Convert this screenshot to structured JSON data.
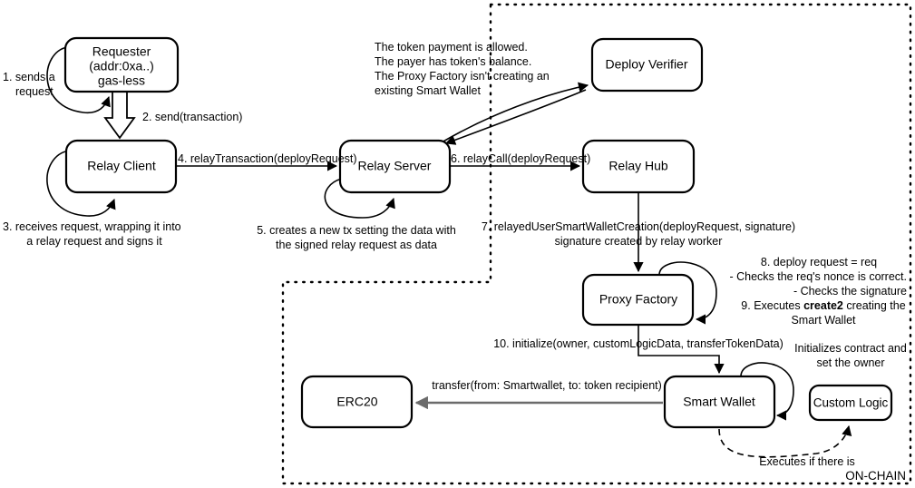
{
  "diagram": {
    "title_label": "ON-CHAIN",
    "boundary_name": "on-chain-boundary",
    "nodes": {
      "requester": {
        "line1": "Requester",
        "line2": "(addr:0xa..)",
        "line3": "gas-less"
      },
      "relay_client": {
        "label": "Relay Client"
      },
      "relay_server": {
        "label": "Relay Server"
      },
      "deploy_verifier": {
        "label": "Deploy Verifier"
      },
      "relay_hub": {
        "label": "Relay Hub"
      },
      "proxy_factory": {
        "label": "Proxy Factory"
      },
      "erc20": {
        "label": "ERC20"
      },
      "smart_wallet": {
        "label": "Smart Wallet"
      },
      "custom_logic": {
        "label": "Custom Logic"
      }
    },
    "edges": {
      "step1": {
        "line1": "1. sends a",
        "line2": "request"
      },
      "step2": {
        "label": "2. send(transaction)"
      },
      "step3": {
        "line1": "3. receives request, wrapping it into",
        "line2": "a relay request and signs it"
      },
      "step4": {
        "label": "4. relayTransaction(deployRequest)"
      },
      "step5": {
        "line1": "5. creates a new tx setting the data with",
        "line2": "the signed relay request as data"
      },
      "verifier_note": {
        "line1": "The token payment is allowed.",
        "line2": "The payer has token's balance.",
        "line3": "The Proxy Factory isn't creating an",
        "line4": "existing Smart Wallet"
      },
      "step6": {
        "label": "6. relayCall(deployRequest)"
      },
      "step7": {
        "line1": "7. relayedUserSmartWalletCreation(deployRequest, signature)",
        "line2": "signature created by relay worker"
      },
      "step8": {
        "line1": "8. deploy request = req",
        "line2": "- Checks the req's nonce is correct.",
        "line3": "- Checks the signature",
        "line4_pre": "9. Executes ",
        "line4_bold": "create2",
        "line4_post": " creating the",
        "line5": "Smart Wallet"
      },
      "step10": {
        "label": "10. initialize(owner, customLogicData, transferTokenData)"
      },
      "transfer": {
        "label": "transfer(from: Smartwallet, to: token recipient)"
      },
      "initializes_note": {
        "line1": "Initializes contract and",
        "line2": "set the owner"
      },
      "executes_note": {
        "label": "Executes if there is"
      }
    },
    "colors": {
      "stroke": "#000000",
      "background": "#ffffff",
      "gray_arrow": "#6b6b6b"
    }
  }
}
